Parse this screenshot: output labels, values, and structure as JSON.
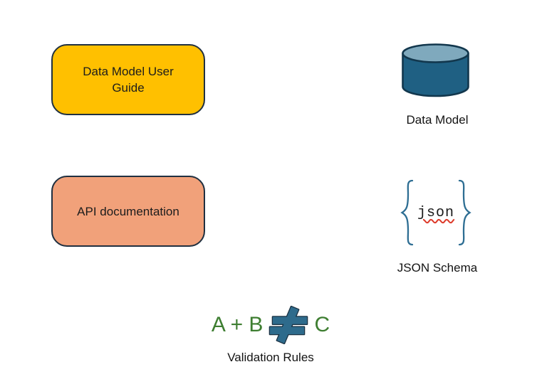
{
  "diagram": {
    "background": "#FFFFFF",
    "nodes": {
      "user_guide": {
        "shape": "rounded-rectangle",
        "label": "Data Model User Guide",
        "fill": "#FFC000",
        "border_color": "#203040"
      },
      "api_documentation": {
        "shape": "rounded-rectangle",
        "label": "API documentation",
        "fill": "#F1A17A",
        "border_color": "#203040"
      },
      "data_model": {
        "icon": "database-cylinder-icon",
        "label": "Data Model",
        "colors": {
          "body": "#1F6083",
          "top": "#7FA9BD",
          "outline": "#12374D"
        }
      },
      "json_schema": {
        "icon": "json-braces-icon",
        "label": "JSON Schema",
        "code_text": "json",
        "colors": {
          "brace": "#2E6E93",
          "text": "#1A1A1A",
          "squiggle": "#DD3B2B"
        }
      },
      "validation_rules": {
        "icon": "not-equal-icon",
        "label": "Validation Rules",
        "expression_left": "A + B",
        "expression_right": "C",
        "colors": {
          "expression": "#3E7E31",
          "operator_fill": "#2E6B8C",
          "operator_outline": "#1B3243"
        }
      }
    }
  }
}
